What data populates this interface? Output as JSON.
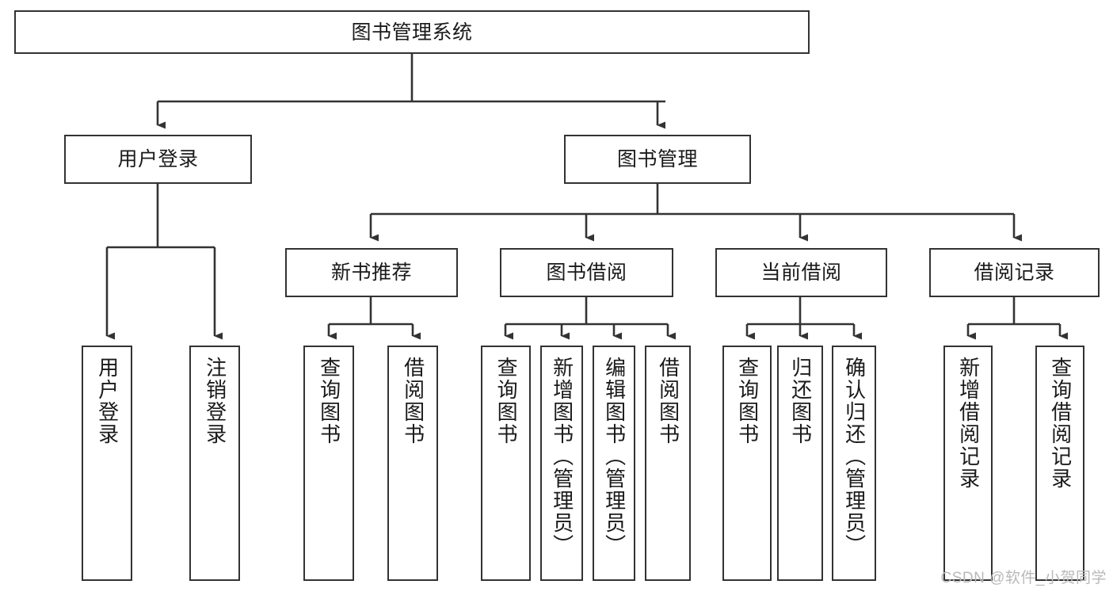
{
  "diagram": {
    "title": "图书管理系统",
    "type": "tree-hierarchy",
    "root": {
      "label": "图书管理系统"
    },
    "level2": [
      {
        "label": "用户登录"
      },
      {
        "label": "图书管理"
      }
    ],
    "level3": [
      {
        "label": "新书推荐"
      },
      {
        "label": "图书借阅"
      },
      {
        "label": "当前借阅"
      },
      {
        "label": "借阅记录"
      }
    ],
    "leaves": {
      "user_login": [
        {
          "label": "用户登录"
        },
        {
          "label": "注销登录"
        }
      ],
      "new_book_recommend": [
        {
          "label": "查询图书"
        },
        {
          "label": "借阅图书"
        }
      ],
      "book_borrow": [
        {
          "label": "查询图书"
        },
        {
          "label": "新增图书（管理员）"
        },
        {
          "label": "编辑图书（管理员）"
        },
        {
          "label": "借阅图书"
        }
      ],
      "current_borrow": [
        {
          "label": "查询图书"
        },
        {
          "label": "归还图书"
        },
        {
          "label": "确认归还（管理员）"
        }
      ],
      "borrow_record": [
        {
          "label": "新增借阅记录"
        },
        {
          "label": "查询借阅记录"
        }
      ]
    }
  },
  "watermark": {
    "text": "CSDN @软件_小贺同学"
  },
  "colors": {
    "border": "#333333",
    "text": "#1a1a1a",
    "background": "#ffffff",
    "watermark": "#b9b9b9"
  }
}
